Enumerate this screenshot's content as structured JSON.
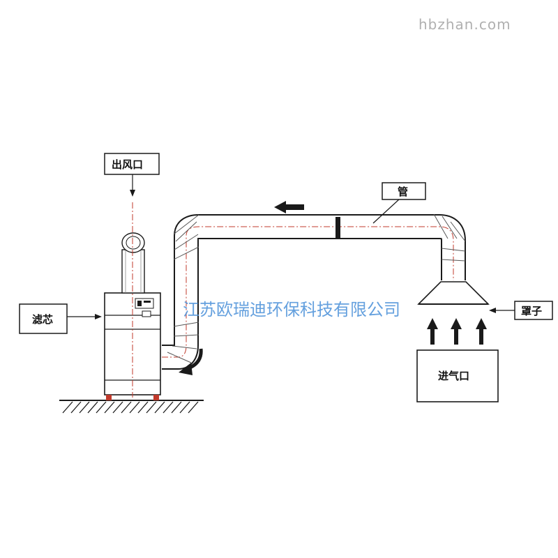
{
  "site_watermark": "hbzhan.com",
  "company_watermark": "江苏欧瑞迪环保科技有限公司",
  "labels": {
    "outlet": "出风口",
    "pipe": "管",
    "filter": "滤芯",
    "hood": "罩子",
    "inlet": "进气口"
  },
  "colors": {
    "line": "#1a1a1a",
    "centerline": "#c0392b",
    "watermark": "#4a90d9"
  }
}
